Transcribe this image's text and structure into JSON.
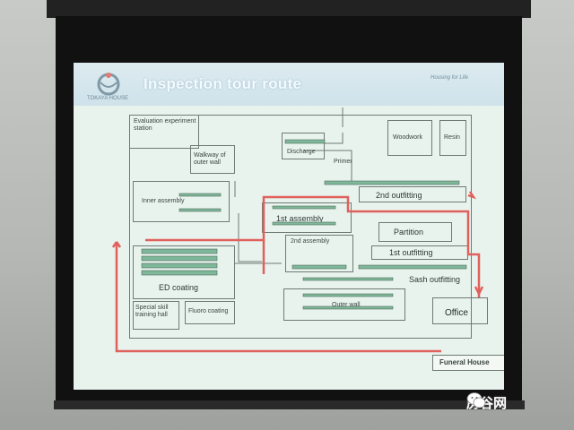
{
  "slide": {
    "title": "Inspection tour route",
    "logo_text": "TOKAYA HOUSE",
    "tagline": "Housing for Life"
  },
  "areas": {
    "evaluation": "Evaluation experiment station",
    "walkway": "Walkway of outer wall",
    "inner_assembly": "Inner assembly",
    "discharge": "Discharge",
    "primer": "Primer",
    "woodwork": "Woodwork",
    "resin": "Resin",
    "second_outfitting": "2nd outfitting",
    "first_assembly": "1st assembly",
    "second_assembly": "2nd assembly",
    "partition": "Partition",
    "first_outfitting": "1st outfitting",
    "sash_outfitting": "Sash outfitting",
    "ed_coating": "ED coating",
    "special_skill": "Special skill training hall",
    "fluoro_coating": "Fluoro coating",
    "outer_wall": "Outer wall",
    "office": "Office",
    "funeral_house": "Funeral House"
  },
  "colors": {
    "route": "#e0605c",
    "conveyor": "#7fb79a",
    "line": "#6f7a74"
  },
  "watermark": {
    "icon": "wechat-icon",
    "text": "房谷网"
  }
}
